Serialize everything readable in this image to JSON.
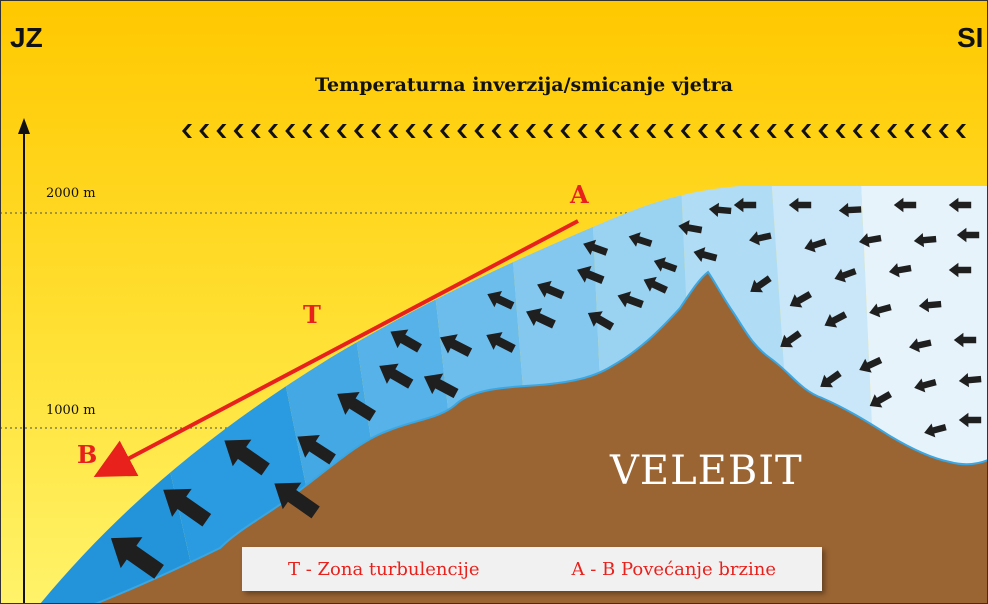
{
  "directions": {
    "left": "JZ",
    "right": "SI"
  },
  "inversion_label": "Temperaturna inverzija/smicanje vjetra",
  "altitudes": {
    "upper": "2000 m",
    "lower": "1000 m"
  },
  "points": {
    "a": "A",
    "b": "B",
    "t": "T"
  },
  "mountain_label": "VELEBIT",
  "legend": {
    "turbulence": "T - Zona turbulencije",
    "speed": "A - B Povećanje brzine"
  },
  "colors": {
    "sky_top": "#ffc800",
    "sky_bottom": "#fff36a",
    "mountain": "#9b6533",
    "wind_dark": "#2797dc",
    "wind_light": "#f2f8fd",
    "accent_red": "#e8211c",
    "arrow": "#1f1f1f"
  }
}
